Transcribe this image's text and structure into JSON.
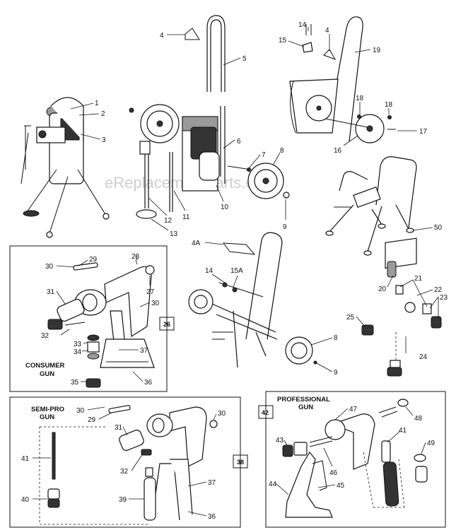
{
  "watermark": "eReplacementParts.com",
  "section_titles": {
    "consumer": [
      "CONSUMER",
      "GUN"
    ],
    "semipro": [
      "SEMI-PRO",
      "GUN"
    ],
    "professional": [
      "PROFESSIONAL",
      "GUN"
    ]
  },
  "box_labels": {
    "consumer": "26",
    "semipro": "38",
    "professional": "42"
  },
  "callouts": {
    "c1": "1",
    "c2": "2",
    "c3": "3",
    "c4a": "4",
    "c5": "5",
    "c6": "6",
    "c7": "7",
    "c8a": "8",
    "c9a": "9",
    "c10": "10",
    "c11": "11",
    "c12": "12",
    "c13": "13",
    "c14a": "14",
    "c15": "15",
    "c4b": "4",
    "c19": "19",
    "c18a": "18",
    "c18b": "18",
    "c17": "17",
    "c16": "16",
    "c50": "50",
    "c4A": "4A",
    "c14b": "14",
    "c15A": "15A",
    "c8b": "8",
    "c9b": "9",
    "c20": "20",
    "c21": "21",
    "c22": "22",
    "c23": "23",
    "c25": "25",
    "c24": "24",
    "c30a": "30",
    "c29a": "29",
    "c28": "28",
    "c27": "27",
    "c31a": "31",
    "c30b": "30",
    "c32a": "32",
    "c33": "33",
    "c34": "34",
    "c37a": "37",
    "c35": "35",
    "c36a": "36",
    "c30c": "30",
    "c29b": "29",
    "c30d": "30",
    "c31b": "31",
    "c41a": "41",
    "c32b": "32",
    "c37b": "37",
    "c40": "40",
    "c39": "39",
    "c36b": "36",
    "c47": "47",
    "c48": "48",
    "c43": "43",
    "c46": "46",
    "c41b": "41",
    "c49": "49",
    "c44": "44",
    "c45": "45"
  }
}
